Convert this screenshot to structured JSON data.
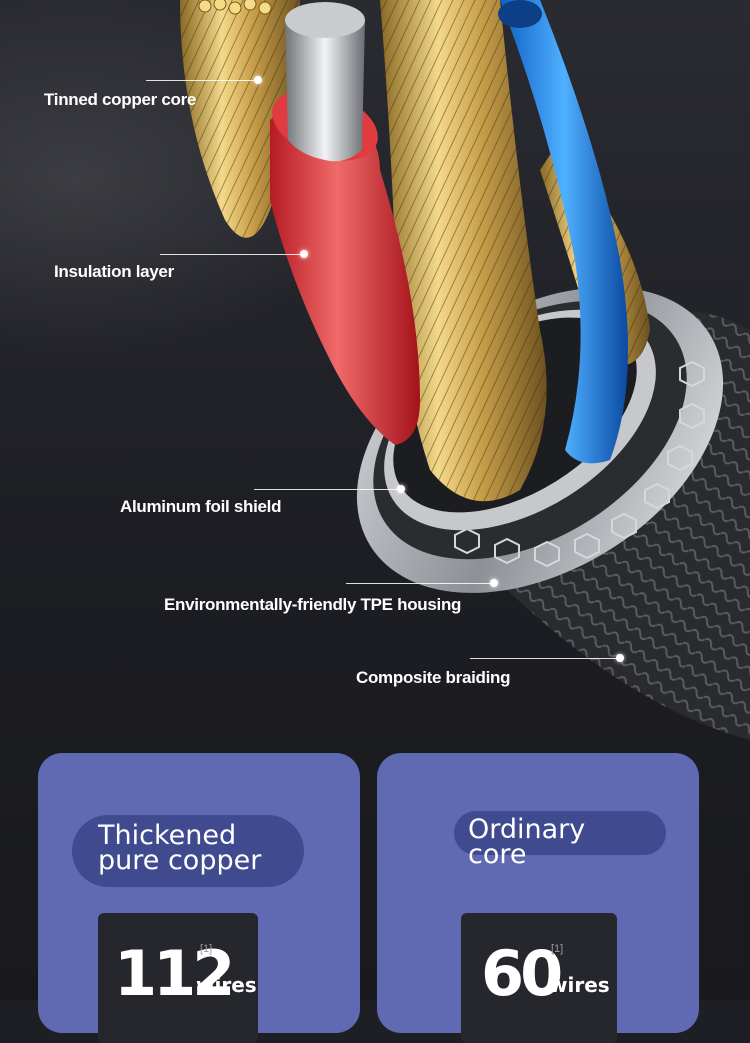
{
  "callouts": [
    {
      "label": "Tinned copper core"
    },
    {
      "label": "Insulation layer"
    },
    {
      "label": "Aluminum foil shield"
    },
    {
      "label": "Environmentally-friendly TPE housing"
    },
    {
      "label": "Composite braiding"
    }
  ],
  "comparison": {
    "left": {
      "title": "Thickened\npure copper",
      "count": "112",
      "ref": "[1]",
      "unit": "wires"
    },
    "right": {
      "title": "Ordinary core",
      "count": "60",
      "ref": "[1]",
      "unit": "wires"
    }
  },
  "colors": {
    "card": "#5f6ab2",
    "pill": "#3f4a8f",
    "count_box": "#26272c",
    "background": "#1e1f24"
  }
}
